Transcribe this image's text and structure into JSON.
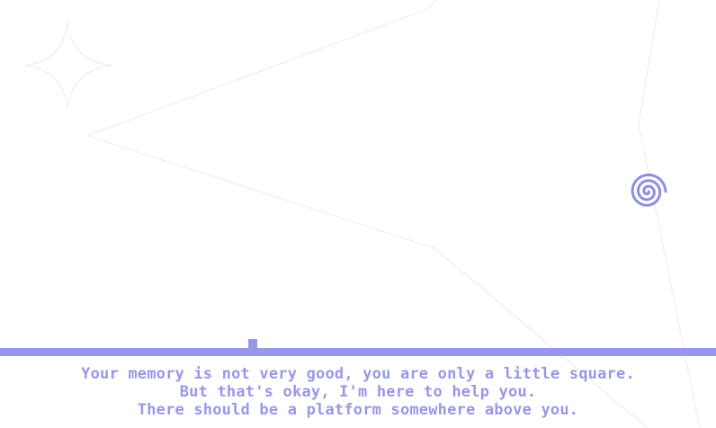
{
  "colors": {
    "accent": "#9898e6",
    "background": "#ffffff",
    "background_lines": "#eeeeee",
    "spiral": "#8f8fe0"
  },
  "icons": {
    "goal": "spiral-portal-icon",
    "decoration": "four-point-star-icon"
  },
  "dialog": {
    "lines": [
      "Your memory is not very good, you are only a little square.",
      "But that's okay, I'm here to help you.",
      "There should be a platform somewhere above you."
    ]
  }
}
